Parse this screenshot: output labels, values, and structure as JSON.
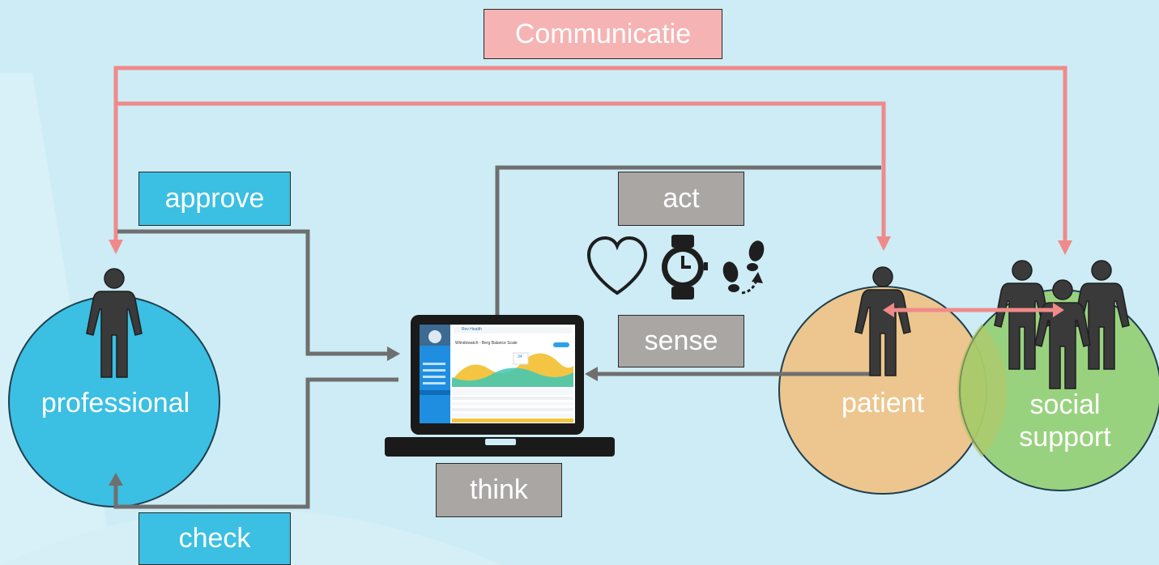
{
  "labels": {
    "communication": "Communicatie",
    "approve": "approve",
    "act": "act",
    "sense": "sense",
    "think": "think",
    "check": "check"
  },
  "actors": {
    "professional": "professional",
    "patient": "patient",
    "social_line1": "social",
    "social_line2": "support"
  },
  "screen": {
    "app_title": "Rev Health",
    "page_title": "Wiindowatch - Berg Balance Scale",
    "score": "34"
  },
  "icons": [
    "heart-icon",
    "watch-icon",
    "footsteps-icon",
    "person-icon",
    "laptop-icon"
  ],
  "colors": {
    "background": "#cdecf5",
    "communication_line": "#f08a8a",
    "flow_line": "#6f6f6f",
    "professional_circle": "#3bbfe3",
    "patient_circle": "#edc488",
    "social_circle": "#94cf72",
    "label_blue": "#3bbfe3",
    "label_grey": "#aaa6a4",
    "label_pink": "#f6b3b3"
  }
}
